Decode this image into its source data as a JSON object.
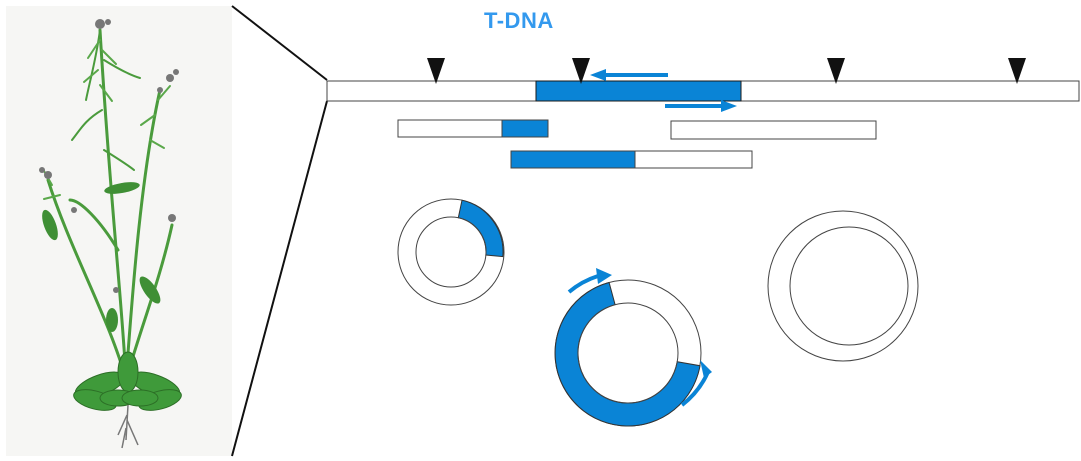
{
  "diagram": {
    "label": "T-DNA",
    "colors": {
      "tdna_blue": "#0a84d6",
      "label_blue": "#3399ee",
      "outline": "#444444",
      "plant_green": "#4a9b3c"
    },
    "elements": {
      "plant": "arabidopsis-plant-illustration",
      "chromosome": "genomic-dna-strip",
      "restriction_sites": "restriction-site-marker",
      "primers": "primer-arrow",
      "fragments": "restriction-fragment",
      "circles": "circularized-fragment"
    }
  }
}
